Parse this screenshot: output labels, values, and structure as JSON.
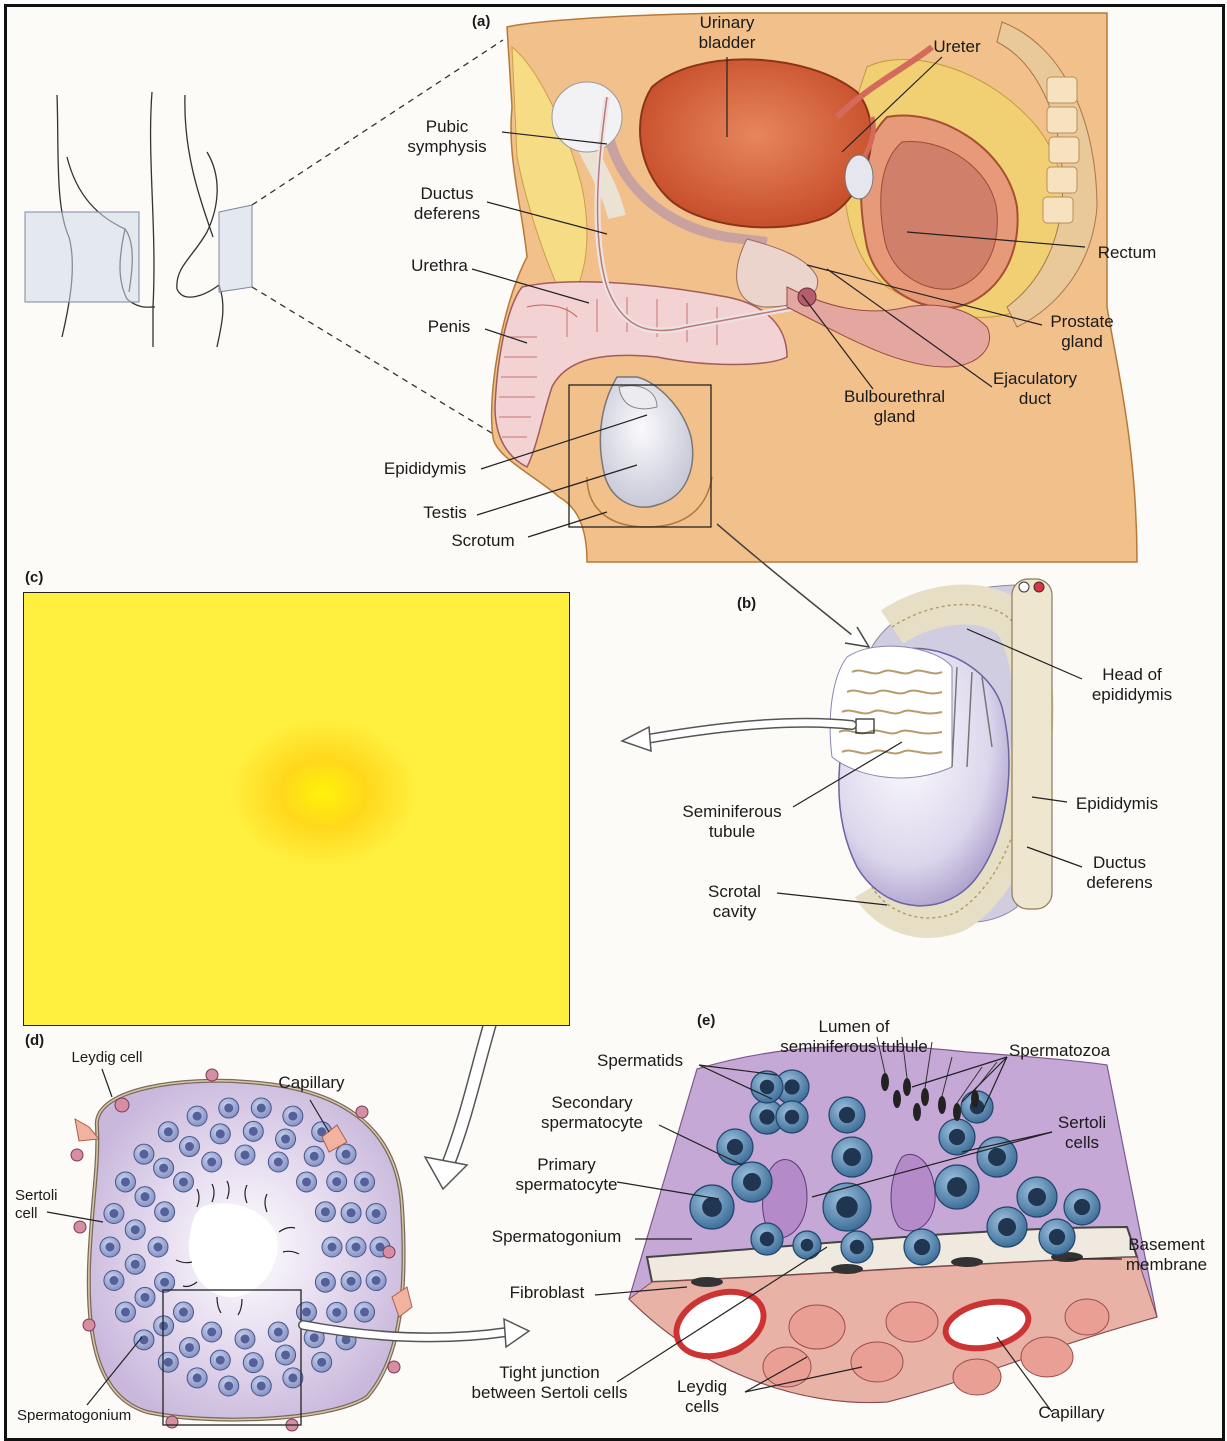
{
  "panels": {
    "a": "(a)",
    "b": "(b)",
    "c": "(c)",
    "d": "(d)",
    "e": "(e)"
  },
  "labels_a": {
    "urinary_bladder": "Urinary\nbladder",
    "ureter": "Ureter",
    "pubic_symphysis": "Pubic\nsymphysis",
    "ductus_deferens": "Ductus\ndeferens",
    "rectum": "Rectum",
    "urethra": "Urethra",
    "penis": "Penis",
    "prostate_gland": "Prostate\ngland",
    "ejaculatory_duct": "Ejaculatory\nduct",
    "bulbourethral_gland": "Bulbourethral\ngland",
    "epididymis": "Epididymis",
    "testis": "Testis",
    "scrotum": "Scrotum"
  },
  "labels_b": {
    "head_of_epididymis": "Head of\nepididymis",
    "seminiferous_tubule": "Seminiferous\ntubule",
    "epididymis": "Epididymis",
    "ductus_deferens": "Ductus\ndeferens",
    "scrotal_cavity": "Scrotal\ncavity"
  },
  "labels_d": {
    "leydig_cell": "Leydig cell",
    "capillary": "Capillary",
    "sertoli_cell": "Sertoli\ncell",
    "spermatogonium": "Spermatogonium"
  },
  "labels_e": {
    "lumen": "Lumen of\nseminiferous tubule",
    "spermatids": "Spermatids",
    "spermatozoa": "Spermatozoa",
    "secondary_spermatocyte": "Secondary\nspermatocyte",
    "sertoli_cells": "Sertoli\ncells",
    "primary_spermatocyte": "Primary\nspermatocyte",
    "spermatogonium": "Spermatogonium",
    "basement_membrane": "Basement\nmembrane",
    "fibroblast": "Fibroblast",
    "tight_junction": "Tight junction\nbetween Sertoli cells",
    "leydig_cells": "Leydig\ncells",
    "capillary": "Capillary"
  },
  "colors": {
    "frame": "#111111",
    "tissue_peach": "#f2c08a",
    "bladder": "#d9613a",
    "testis": "#e4e4ee",
    "tubule_purple": "#c9b8dc",
    "cell_blue": "#6b93b8",
    "leydig_pink": "#d98a86",
    "micro_orange": "#c46a0e",
    "micro_yellow": "#fff20a"
  }
}
